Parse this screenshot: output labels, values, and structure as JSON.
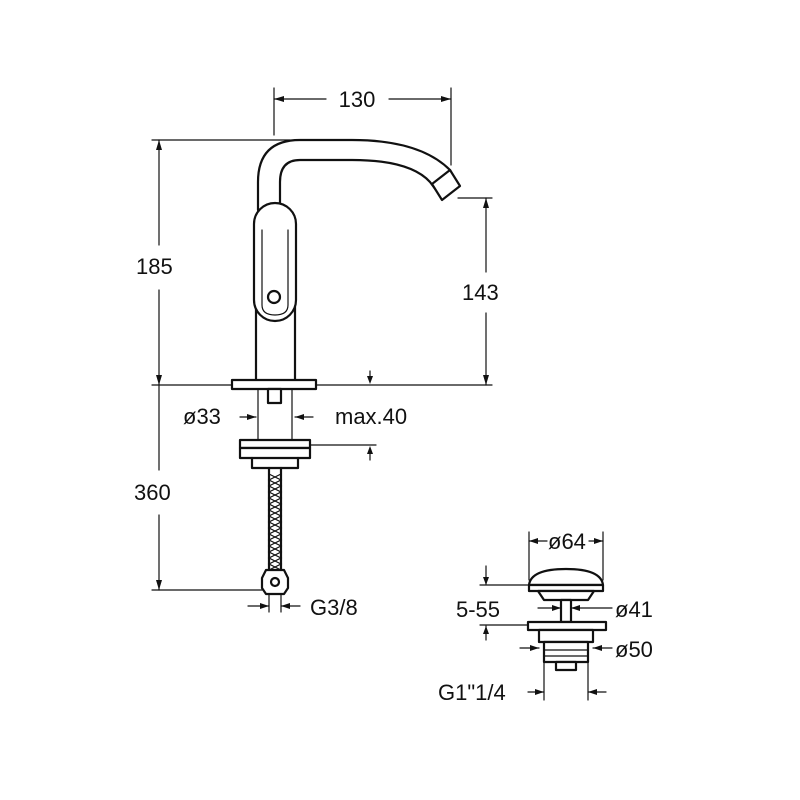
{
  "dimensions": {
    "spout_reach": "130",
    "total_height": "185",
    "spout_height": "143",
    "base_diameter": "ø33",
    "max_deck_thickness": "max.40",
    "hose_length": "360",
    "hose_connection": "G3/8",
    "waste_cap_diameter": "ø64",
    "waste_stem_diameter": "ø41",
    "waste_flange_diameter": "ø50",
    "waste_thickness_range": "5-55",
    "waste_thread": "G1\"1/4"
  },
  "colors": {
    "line": "#111111",
    "background": "#ffffff"
  }
}
